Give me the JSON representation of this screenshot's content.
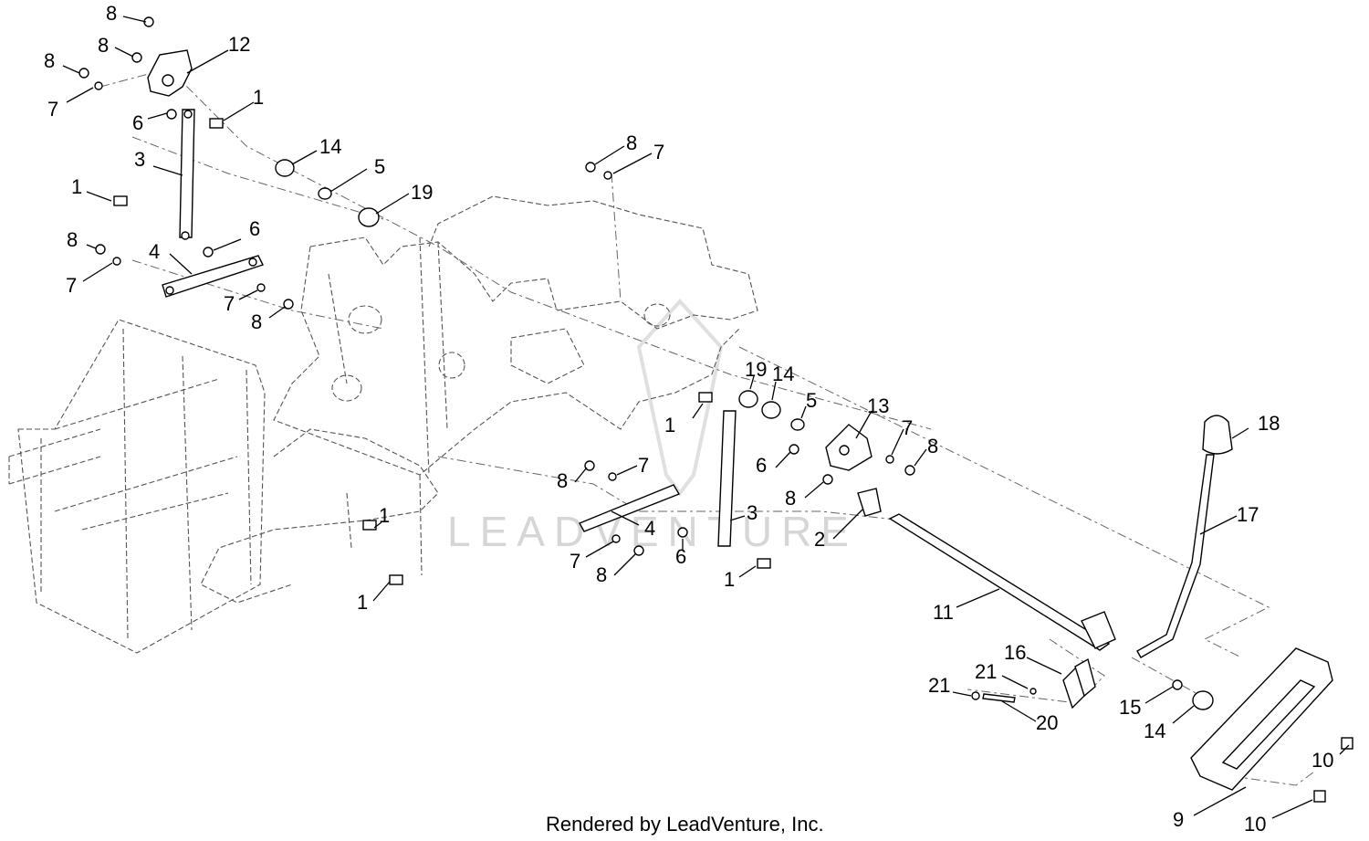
{
  "callouts": [
    "1",
    "2",
    "3",
    "4",
    "5",
    "6",
    "7",
    "8",
    "9",
    "10",
    "11",
    "12",
    "13",
    "14",
    "15",
    "16",
    "17",
    "18",
    "19",
    "20",
    "21"
  ],
  "watermark": "LEADVENTURE",
  "footer": "Rendered by LeadVenture, Inc.",
  "colors": {
    "line": "#000000",
    "frame": "#555555",
    "watermark": "#d6d6d6"
  }
}
